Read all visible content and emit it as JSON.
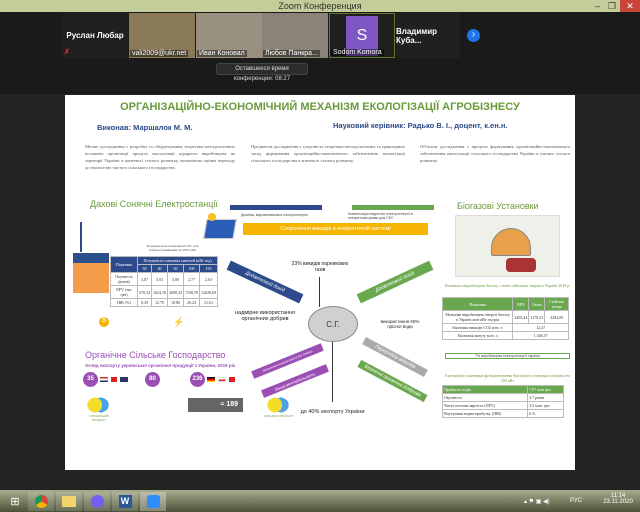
{
  "window": {
    "title": "Zoom Конференция",
    "min": "–",
    "max": "❐",
    "close": "✕"
  },
  "participants": [
    {
      "name": "Руслан Любар",
      "video": false
    },
    {
      "name": "vali2009@ukr.net",
      "video": true
    },
    {
      "name": "Иван Коновал",
      "video": true
    },
    {
      "name": "Любов Панкра...",
      "video": true
    },
    {
      "name": "Sodom Komora",
      "avatar": "S",
      "video": false
    },
    {
      "name": "Владимир  Куба...",
      "video": false
    }
  ],
  "next_label": "›",
  "timer": "Оставшееся время конференции: 08:27",
  "slide": {
    "title": "ОРГАНІЗАЦІЙНО-ЕКОНОМІЧНИЙ МЕХАНІЗМ ЕКОЛОГІЗАЦІЇ АГРОБІЗНЕСУ",
    "author": "Виконав: Маршалок М. М.",
    "supervisor": "Науковий керівник: Радько В. І., доцент, к.ен.н.",
    "goal": "Метою дослідження є розробка та обґрунтування теоретико-методологічних положень організації процесу екологізації аграрного виробництва на території України в контексті сталого розвитку, економічна оцінка переходу до екологічно чистого сільського господарства.",
    "subject": "Предметом дослідження є сукупність теоретико-методологічних та прикладних засад формування організаційно-економічного забезпечення екологізації сільського господарства в контексті сталого розвитку.",
    "object": "Об'єктом дослідження є процеси формування організаційно-економічного забезпечення екологізації сільського господарства України в умовах сталого розвитку.",
    "solar_title": "Дахові Сонячні Електростанції",
    "biogas_title": "Біогазові Установки",
    "organic_title": "Органічне Сільське Господарство",
    "arrow_top_left": "Дешева, відновлювальна електроенергія",
    "arrow_top_right": "Компенсація недостачі електроенергії в неспрятливі умови для СЕС",
    "emissions_arrow": "Скорочення викидів в енергетичній системі",
    "income_left": "Додатковий дохід",
    "income_right": "Додатковий дохід",
    "center": "С.Г.",
    "top_stat": "23% викидів парникових газів",
    "left_stat": "надмірне використання органічних добрив",
    "right_stat": "використання 60% прісної води",
    "bottom_stat": "до 40% експорту України",
    "purple_arrow1": "Зменшення використання хім. добрив",
    "purple_arrow2": "Вища рентабельність",
    "gray_arrow": "Переробка відходів",
    "green_arrow": "Безпечні органічні добрива",
    "solar_table": {
      "caption": "Розрахунок встановлення СЕС для власноспоживання на 500 голів",
      "col_header": "Потужність сонячних панелей (кВт год)",
      "row_header": "Показник",
      "cols": [
        "30",
        "40",
        "50",
        "100",
        "150"
      ],
      "rows": [
        {
          "label": "Окупність (років)",
          "values": [
            "3,87",
            "3,93",
            "3,80",
            "2,77",
            "2,63"
          ]
        },
        {
          "label": "NPV (тис грн)",
          "values": [
            "378,34",
            "1024,18",
            "2698,43",
            "7238,59",
            "12620,69"
          ]
        },
        {
          "label": "IRR (%)",
          "values": [
            "8,39",
            "12,70",
            "18,80",
            "20,24",
            "21,61"
          ]
        }
      ]
    },
    "biogas_table": {
      "caption": "Потенціал виробництва біогазу з гною свійських тварин в Україні 2019 р.",
      "headers": [
        "Показник",
        "ВРХ",
        "Свині",
        "Свійська птиця"
      ],
      "rows": [
        [
          "Можливе виробництво енергії біогазу в Україні млн кВт год/рік",
          "2405,44",
          "1170,23",
          "4284,09"
        ],
        [
          "Економія викидів СО2 млн. т.",
          "12,47"
        ],
        [
          "Економія мазуту млн. л",
          "1 446,37"
        ]
      ],
      "note": "7% виробництва електроенергії України"
    },
    "econ_table": {
      "caption": "Економічні показники функціонування біогазової установки потужністю 450 кВт",
      "rows": [
        [
          "Прибуток за рік",
          "7,87 млн грн."
        ],
        [
          "Окупність",
          "3,7 років"
        ],
        [
          "Чиста поточна вартість (NPV)",
          "3,5 млн. грн"
        ],
        [
          "Внутрішня норма прибутку (IRR)",
          "6 %"
        ]
      ]
    },
    "organic_subtitle": "Огляд експорту української органічної продукції з України, 2019 рік",
    "badges": [
      "35",
      "80",
      "236"
    ],
    "exporters_value": "≈ 189",
    "logo_left": "ОРГАНІЧНИЙ ПРОДУКТ",
    "logo_right": "ORGANIC PRODUCT"
  },
  "taskbar": {
    "lang": "РУС",
    "time": "11:14",
    "date": "23.11.2020"
  }
}
